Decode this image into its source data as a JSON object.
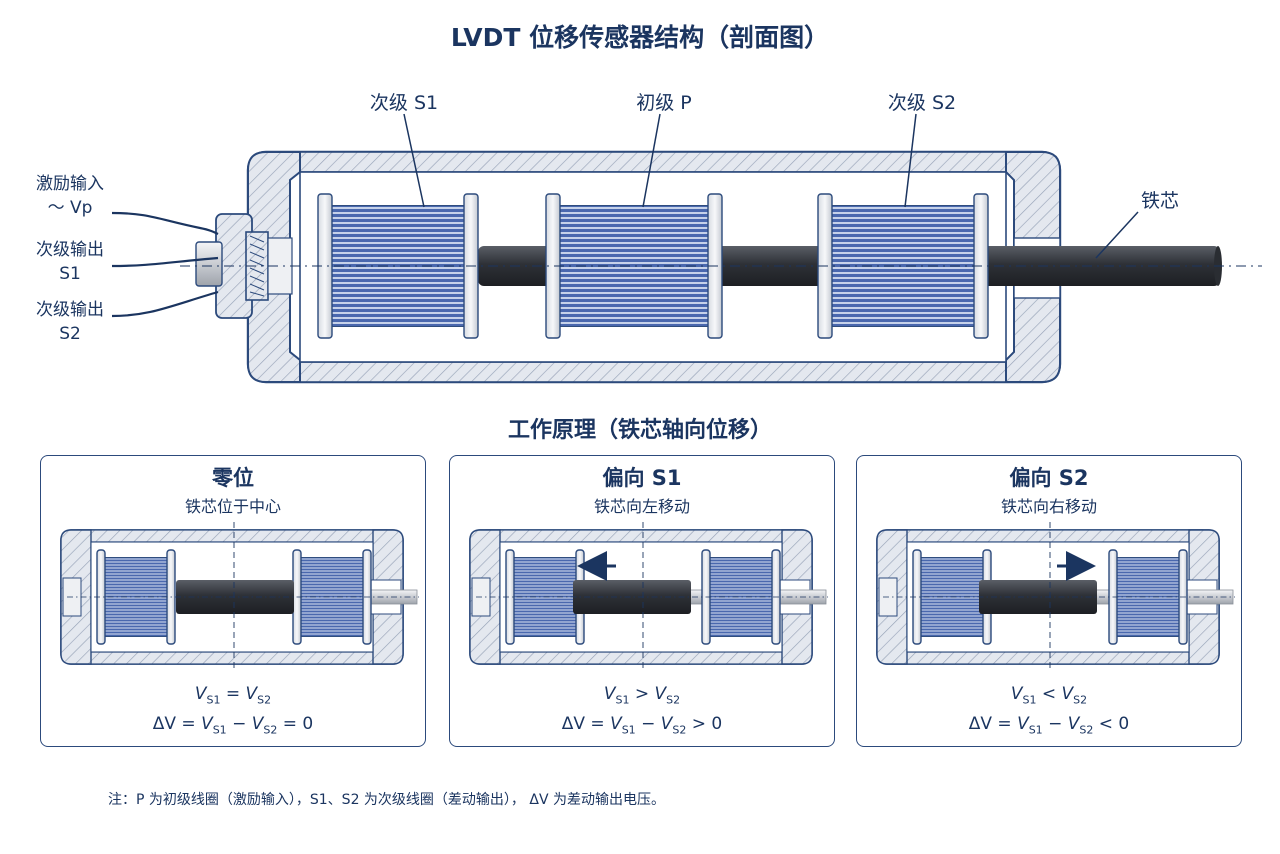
{
  "title": "LVDT 位移传感器结构（剖面图）",
  "labels": {
    "s1_coil": "次级 S1",
    "p_coil": "初级 P",
    "s2_coil": "次级 S2",
    "core": "铁芯",
    "excitation_line1": "激励输入",
    "excitation_line2": "～ Vp",
    "out_s1_line1": "次级输出",
    "out_s1_line2": "S1",
    "out_s2_line1": "次级输出",
    "out_s2_line2": "S2"
  },
  "principle_title": "工作原理（铁芯轴向位移）",
  "panels": [
    {
      "title": "零位",
      "desc": "铁芯位于中心",
      "formula1": {
        "v1": "V",
        "s1": "S1",
        "op": " = ",
        "v2": "V",
        "s2": "S2"
      },
      "formula2": {
        "dv": "ΔV",
        "eq": " = ",
        "v1": "V",
        "s1": "S1",
        "minus": " − ",
        "v2": "V",
        "s2": "S2",
        "tail": " = 0"
      }
    },
    {
      "title": "偏向 S1",
      "desc": "铁芯向左移动",
      "formula1": {
        "v1": "V",
        "s1": "S1",
        "op": " > ",
        "v2": "V",
        "s2": "S2"
      },
      "formula2": {
        "dv": "ΔV",
        "eq": " = ",
        "v1": "V",
        "s1": "S1",
        "minus": " − ",
        "v2": "V",
        "s2": "S2",
        "tail": " > 0"
      }
    },
    {
      "title": "偏向 S2",
      "desc": "铁芯向右移动",
      "formula1": {
        "v1": "V",
        "s1": "S1",
        "op": " < ",
        "v2": "V",
        "s2": "S2"
      },
      "formula2": {
        "dv": "ΔV",
        "eq": " = ",
        "v1": "V",
        "s1": "S1",
        "minus": " − ",
        "v2": "V",
        "s2": "S2",
        "tail": " < 0"
      }
    }
  ],
  "footnote": "注：P 为初级线圈（激励输入），S1、S2 为次级线圈（差动输出），  ΔV 为差动输出电压。",
  "colors": {
    "housing_stroke": "#2c4a7c",
    "housing_fill": "#e6e9ef",
    "coil_fill": "#5b79bd",
    "coil_line": "#dfe7f6",
    "core": "#3a3d44"
  }
}
